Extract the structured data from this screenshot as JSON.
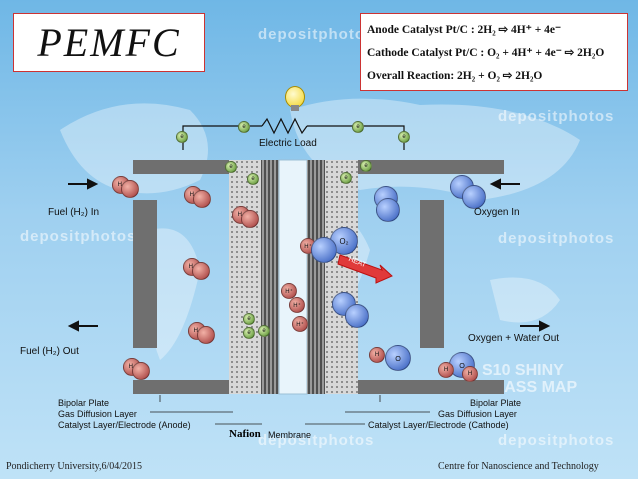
{
  "title": "PEMFC",
  "reactions": {
    "anode": "Anode Catalyst Pt/C : 2H₂ ⇨ 4H⁺ + 4e⁻",
    "cathode": "Cathode Catalyst Pt/C : O₂ + 4H⁺ + 4e⁻ ⇨ 2H₂O",
    "overall": "Overall Reaction:  2H₂ + O₂ ⇨ 2H₂O"
  },
  "circuit": {
    "load_label": "Electric Load",
    "electron": "e",
    "light": "bulb-icon"
  },
  "flows": {
    "fuel_in": "Fuel (H₂) In",
    "fuel_out": "Fuel (H₂) Out",
    "oxygen_in": "Oxygen In",
    "oxygen_water_out": "Oxygen + Water Out",
    "heat": "HEAT"
  },
  "particles": {
    "h2": "H₂",
    "hplus": "H⁺",
    "o2": "O₂",
    "h": "H",
    "o": "O"
  },
  "legend": {
    "bipolar_plate_left": "Bipolar Plate",
    "gdl_left": "Gas Diffusion Layer",
    "cat_left": "Catalyst Layer/Electrode (Anode)",
    "bipolar_plate_right": "Bipolar Plate",
    "gdl_right": "Gas Diffusion Layer",
    "cat_right": "Catalyst Layer/Electrode (Cathode)",
    "nafion": "Nafion",
    "membrane": "Membrane"
  },
  "watermark": {
    "stamp": "depositphotos",
    "map_title": "S10 SHINY\nGLASS MAP"
  },
  "footer": {
    "left": "Pondicherry University,6/04/2015",
    "right": "Centre for Nanoscience and Technology"
  },
  "colors": {
    "plate": "#6f6f6f",
    "membrane": "#e8f4fb",
    "gdl": "#cfcfcf",
    "h2": "#b84a4a",
    "o2": "#3b6fd0",
    "electron": "#6fae3c",
    "heat": "#e03a3a"
  }
}
